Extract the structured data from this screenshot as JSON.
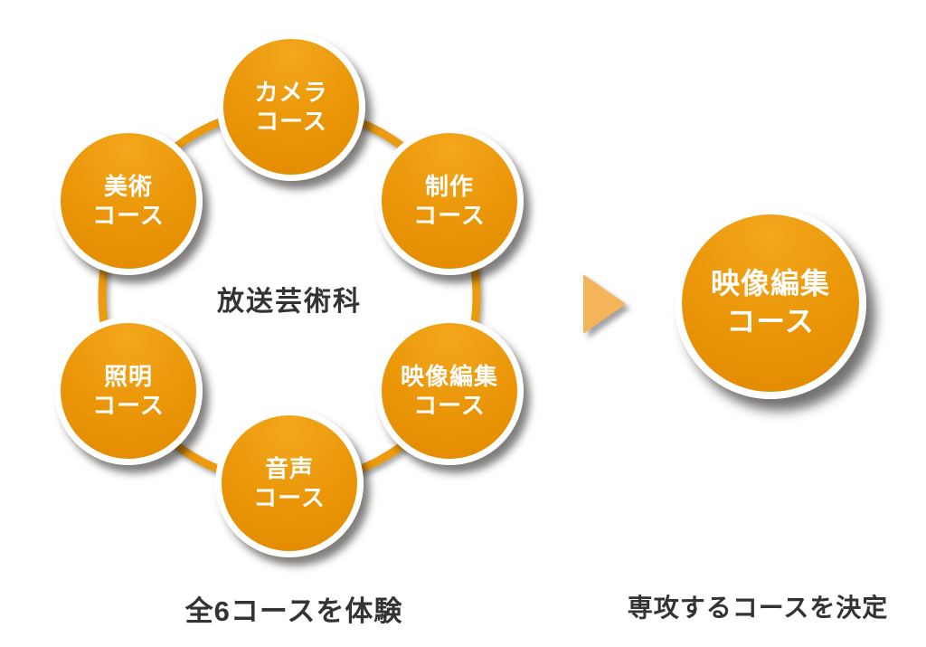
{
  "diagram": {
    "center_label": "放送芸術科",
    "courses": [
      {
        "id": "camera",
        "line1": "カメラ",
        "line2": "コース"
      },
      {
        "id": "production",
        "line1": "制作",
        "line2": "コース"
      },
      {
        "id": "art",
        "line1": "美術",
        "line2": "コース"
      },
      {
        "id": "editing",
        "line1": "映像編集",
        "line2": "コース"
      },
      {
        "id": "lighting",
        "line1": "照明",
        "line2": "コース"
      },
      {
        "id": "sound",
        "line1": "音声",
        "line2": "コース"
      }
    ],
    "result_circle": {
      "line1": "映像編集",
      "line2": "コース"
    },
    "captions": {
      "left": "全6コースを体験",
      "right": "専攻するコースを決定"
    },
    "colors": {
      "circle_orange_light": "#f3a71c",
      "circle_orange_dark": "#e28a00",
      "ring_stroke": "#ec9a0e",
      "arrow_fill": "#f4b45a",
      "text_dark": "#333333",
      "circle_text": "#ffffff",
      "circle_rim": "#ffffff"
    }
  }
}
